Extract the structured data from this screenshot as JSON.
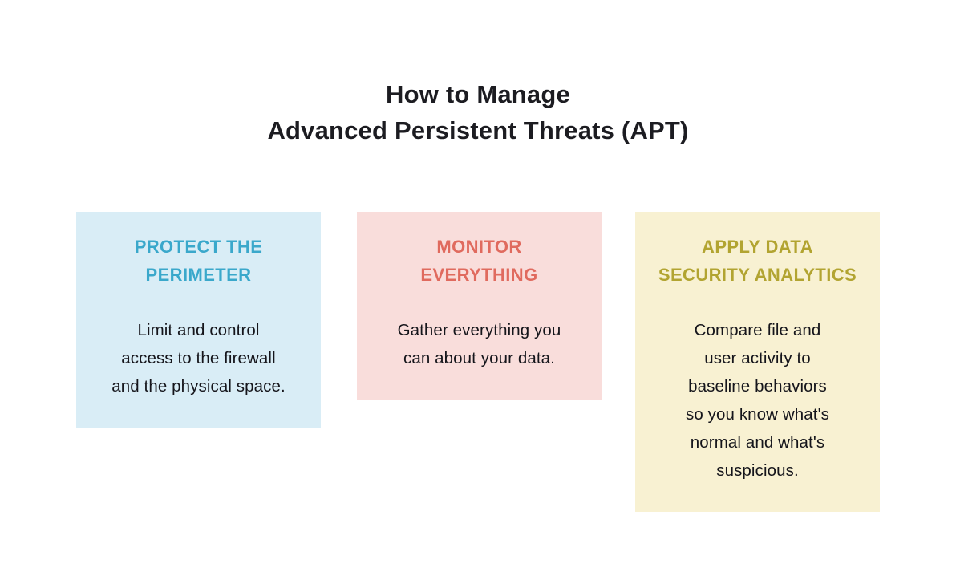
{
  "title": {
    "lines": [
      "How to Manage",
      "Advanced Persistent Threats (APT)"
    ],
    "color": "#1c1c21"
  },
  "colors": {
    "page_background": "#ffffff",
    "body_text": "#15151b"
  },
  "cards": [
    {
      "heading_lines": [
        "PROTECT THE",
        "PERIMETER"
      ],
      "body_lines": [
        "Limit and control",
        "access to the firewall",
        "and the physical space."
      ],
      "bg_color": "#d9edf6",
      "heading_color": "#3aa8cb"
    },
    {
      "heading_lines": [
        "MONITOR",
        "EVERYTHING"
      ],
      "body_lines": [
        "Gather everything you",
        "can about your data."
      ],
      "bg_color": "#f9dddb",
      "heading_color": "#e06a5e"
    },
    {
      "heading_lines": [
        "APPLY DATA",
        "SECURITY ANALYTICS"
      ],
      "body_lines": [
        "Compare file and",
        "user activity to",
        "baseline behaviors",
        "so you know what's",
        "normal and what's",
        "suspicious."
      ],
      "bg_color": "#f8f1d2",
      "heading_color": "#b2a431"
    }
  ]
}
